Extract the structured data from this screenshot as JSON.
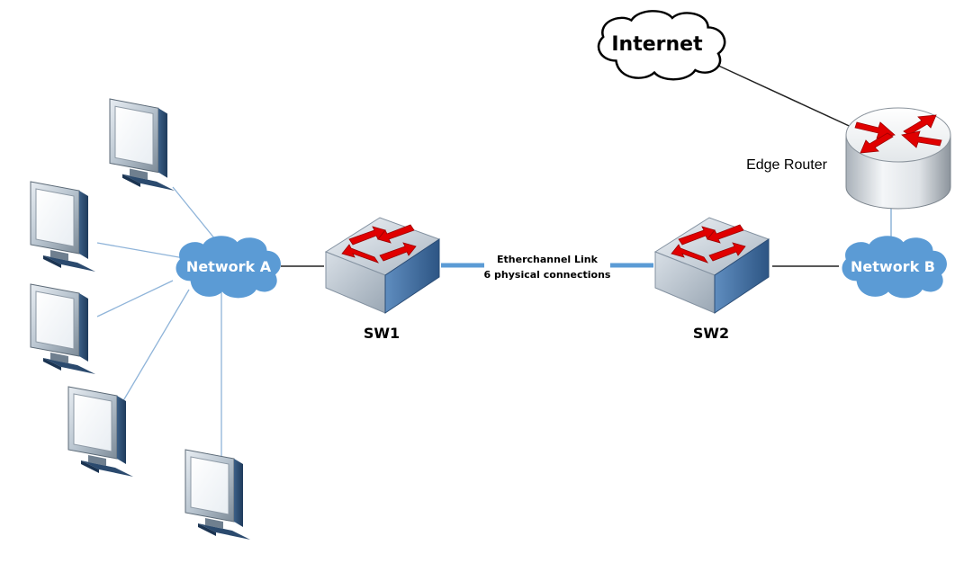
{
  "nodes": {
    "internet": {
      "label": "Internet"
    },
    "edge_router": {
      "label": "Edge Router"
    },
    "network_a": {
      "label": "Network A"
    },
    "network_b": {
      "label": "Network B"
    },
    "sw1": {
      "label": "SW1"
    },
    "sw2": {
      "label": "SW2"
    }
  },
  "links": {
    "etherchannel": {
      "line1": "Etherchannel Link",
      "line2": "6 physical connections"
    }
  },
  "colors": {
    "cloud_blue": "#5b9bd5",
    "etherchannel_blue": "#5b9bd5",
    "thin_link": "#8fb4d9",
    "black_link": "#222222",
    "arrow_red": "#e00000",
    "switch_top": "#c9d3dd",
    "switch_front": "#4a76a8"
  },
  "icons": {
    "workstation": "computer-monitor-icon",
    "switch": "layer2-switch-icon",
    "router": "router-icon",
    "cloud": "cloud-icon"
  }
}
